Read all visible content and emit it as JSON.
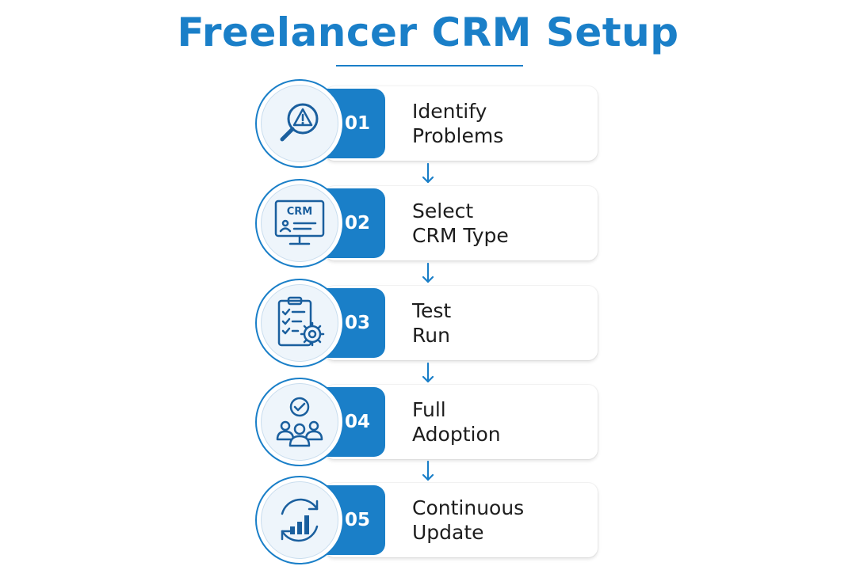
{
  "title": "Freelancer CRM Setup",
  "colors": {
    "accent": "#1a7fc8",
    "text": "#1d1d1d",
    "card": "#ffffff"
  },
  "steps": [
    {
      "number": "01",
      "line1": "Identify",
      "line2": "Problems",
      "icon": "magnifier-warning-icon"
    },
    {
      "number": "02",
      "line1": "Select",
      "line2": "CRM Type",
      "icon": "crm-monitor-icon",
      "icon_text": "CRM"
    },
    {
      "number": "03",
      "line1": "Test",
      "line2": "Run",
      "icon": "checklist-gear-icon"
    },
    {
      "number": "04",
      "line1": "Full",
      "line2": "Adoption",
      "icon": "team-check-icon"
    },
    {
      "number": "05",
      "line1": "Continuous",
      "line2": "Update",
      "icon": "refresh-chart-icon"
    }
  ]
}
